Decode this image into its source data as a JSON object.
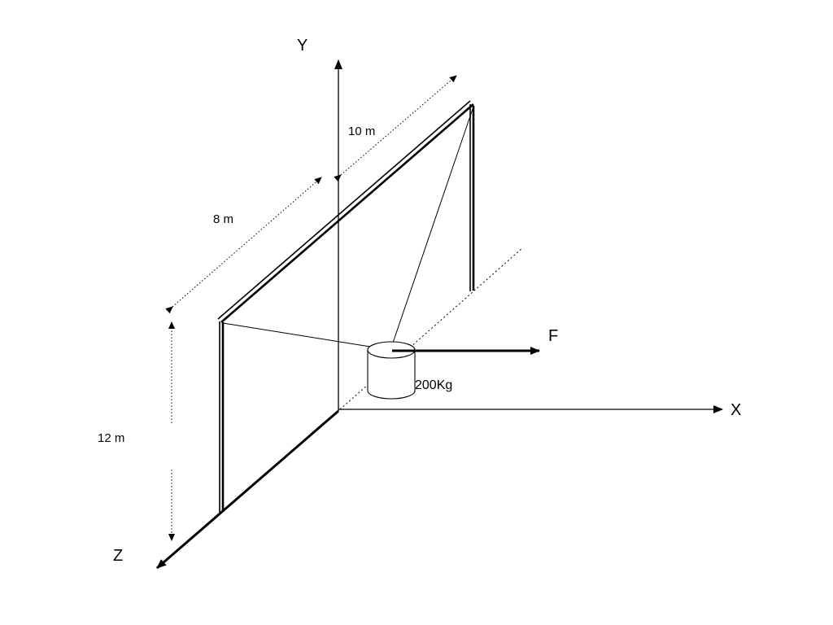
{
  "diagram": {
    "axes": {
      "x": "X",
      "y": "Y",
      "z": "Z"
    },
    "dimensions": {
      "top_length": "10 m",
      "side_length": "8 m",
      "height": "12 m"
    },
    "force_label": "F",
    "load_label": "200Kg",
    "colors": {
      "line": "#000000",
      "background": "#ffffff"
    },
    "icons": [
      "cylinder-weight-icon",
      "arrow-icon"
    ]
  }
}
